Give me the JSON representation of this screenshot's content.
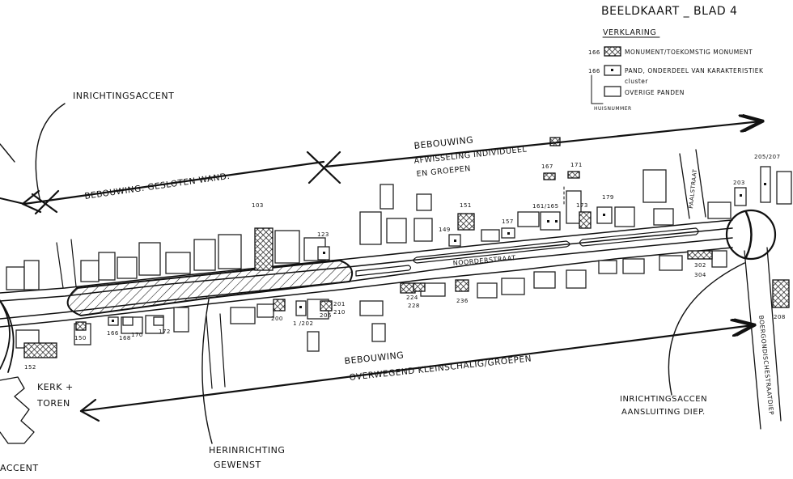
{
  "title": "BEELDKAART _ BLAD 4",
  "legend": {
    "heading": "VERKLARING",
    "monument_number": "166",
    "monument_label": "MONUMENT/TOEKOMSTIG MONUMENT",
    "pand_number": "166",
    "pand_label_line1": "PAND, ONDERDEEL VAN KARAKTERISTIEK",
    "pand_label_line2": "cluster",
    "other_label": "OVERIGE PANDEN",
    "house_number_note": "HUISNUMMER"
  },
  "annotations": {
    "inrichtingsaccent_top": "INRICHTINGSACCENT",
    "bebouwing_gesloten": "BEBOUWING: GESLOTEN WAND.",
    "bebouwing_right_line1": "BEBOUWING",
    "bebouwing_right_line2": "AFWISSELING INDIVIDUEEL",
    "bebouwing_right_line3": "EN GROEPEN",
    "bebouwing_bottom_line1": "BEBOUWING",
    "bebouwing_bottom_line2": "OVERWEGEND KLEINSCHALIG/GROEPEN",
    "kerk_line1": "KERK +",
    "kerk_line2": "TOREN",
    "herinrichting_line1": "HERINRICHTING",
    "herinrichting_line2": "GEWENST",
    "inrichting_right_line1": "INRICHTINGSACCEN",
    "inrichting_right_line2": "AANSLUITING DIEP.",
    "accent_corner": "ACCENT"
  },
  "streets": {
    "noorderstraat": "NOORDERSTRAAT",
    "parallelstraat": "PAALSTRAAT",
    "boergondische": "BOERGONDISCHESTRAATDIEP"
  },
  "house_numbers": {
    "n103": "103",
    "n123": "123",
    "n149": "149",
    "n151": "151",
    "n157": "157",
    "n161": "161/165",
    "n167": "167",
    "n171": "171",
    "n173": "173",
    "n179": "179",
    "n203": "203",
    "n205": "205/207",
    "n302": "302",
    "n304": "304",
    "n208": "208",
    "n236": "236",
    "n224": "224",
    "n228": "228",
    "n200": "200",
    "n202": "1 /202",
    "n206": "206",
    "n210": "210",
    "n201": "201",
    "n150": "150",
    "n152": "152",
    "n166": "166",
    "n168": "168",
    "n170": "170",
    "n172": "172"
  },
  "colors": {
    "ink": "#111111",
    "paper": "#ffffff"
  }
}
